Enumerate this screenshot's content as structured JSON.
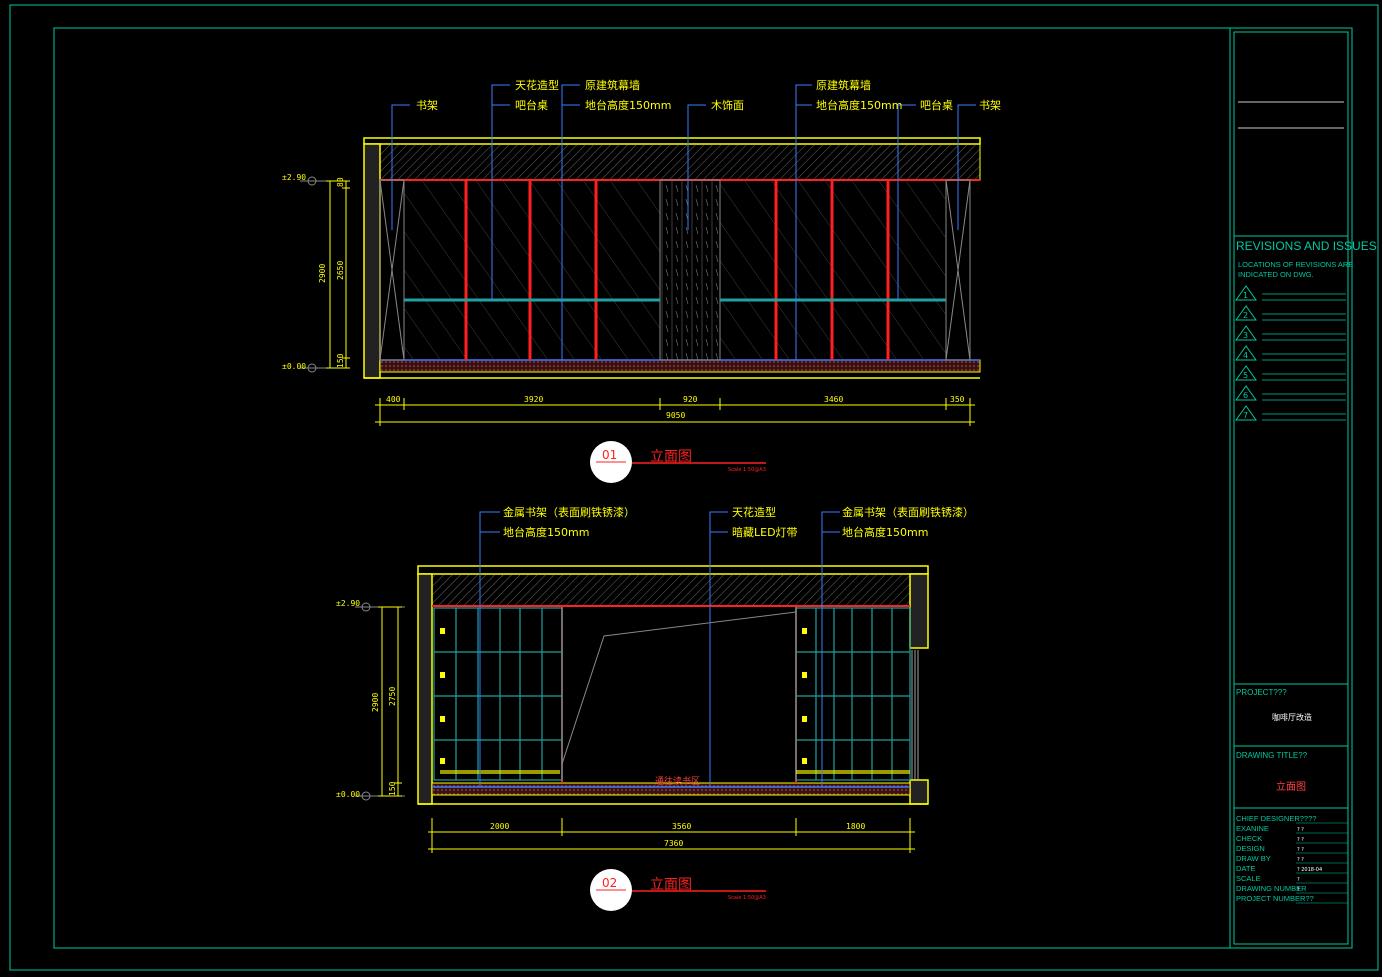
{
  "drawing01": {
    "labels": {
      "shujia_left": "书架",
      "tianhua": "天花造型",
      "bataizhuo_left": "吧台桌",
      "yuanjian_left": "原建筑幕墙",
      "taigao_left": "地台高度150mm",
      "mushi": "木饰面",
      "yuanjian_right": "原建筑幕墙",
      "taigao_right": "地台高度150mm",
      "bataizhuo_right": "吧台桌",
      "shujia_right": "书架"
    },
    "levels": {
      "top": "±2.90",
      "bottom": "±0.00"
    },
    "vdims": {
      "a": "2900",
      "b": "2650",
      "top": "80",
      "bottom": "150"
    },
    "hdims": {
      "d1": "400",
      "d2": "3920",
      "d3": "920",
      "d4": "3460",
      "d5": "350",
      "total": "9050"
    },
    "tag": {
      "number": "01",
      "title": "立面图",
      "scale": "Scale 1:50@A3"
    }
  },
  "drawing02": {
    "labels": {
      "jinshu_left": "金属书架（表面刷铁锈漆）",
      "taigao_left": "地台高度150mm",
      "tianhua": "天花造型",
      "led": "暗藏LED灯带",
      "jinshu_right": "金属书架（表面刷铁锈漆）",
      "taigao_right": "地台高度150mm",
      "area": "通往读书区"
    },
    "levels": {
      "top": "±2.90",
      "bottom": "±0.00"
    },
    "vdims": {
      "a": "2900",
      "b": "2750",
      "bottom": "150"
    },
    "hdims": {
      "d1": "2000",
      "d2": "3560",
      "d3": "1800",
      "total": "7360"
    },
    "tag": {
      "number": "02",
      "title": "立面图",
      "scale": "Scale 1:50@A3"
    }
  },
  "titleblock": {
    "revisions_title": "REVISIONS AND ISSUES",
    "revisions_note1": "LOCATIONS OF REVISIONS ARE",
    "revisions_note2": "INDICATED ON DWG.",
    "revision_marks": [
      "1",
      "2",
      "3",
      "4",
      "5",
      "6",
      "7"
    ],
    "project_label": "PROJECT???",
    "project_value": "咖啡厅改造",
    "drawing_title_label": "DRAWING  TITLE??",
    "drawing_title_value": "立面图",
    "fields": [
      {
        "label": "CHIEF DESIGNER????",
        "value": ""
      },
      {
        "label": "EXANINE",
        "value": "?    ?"
      },
      {
        "label": "CHECK",
        "value": "?    ?"
      },
      {
        "label": "DESIGN",
        "value": "?    ?"
      },
      {
        "label": "DRAW BY",
        "value": "?    ?"
      },
      {
        "label": "DATE",
        "value": "?   2018-04"
      },
      {
        "label": "SCALE",
        "value": "?"
      },
      {
        "label": "DRAWING NUMBER",
        "value": "?"
      },
      {
        "label": "PROJECT NUMBER??",
        "value": ""
      }
    ]
  },
  "colors": {
    "frame": "#00c8a0",
    "yellow": "#ffff00",
    "red": "#ff2020",
    "blue": "#3a7bff",
    "teal": "#20a0a0"
  }
}
